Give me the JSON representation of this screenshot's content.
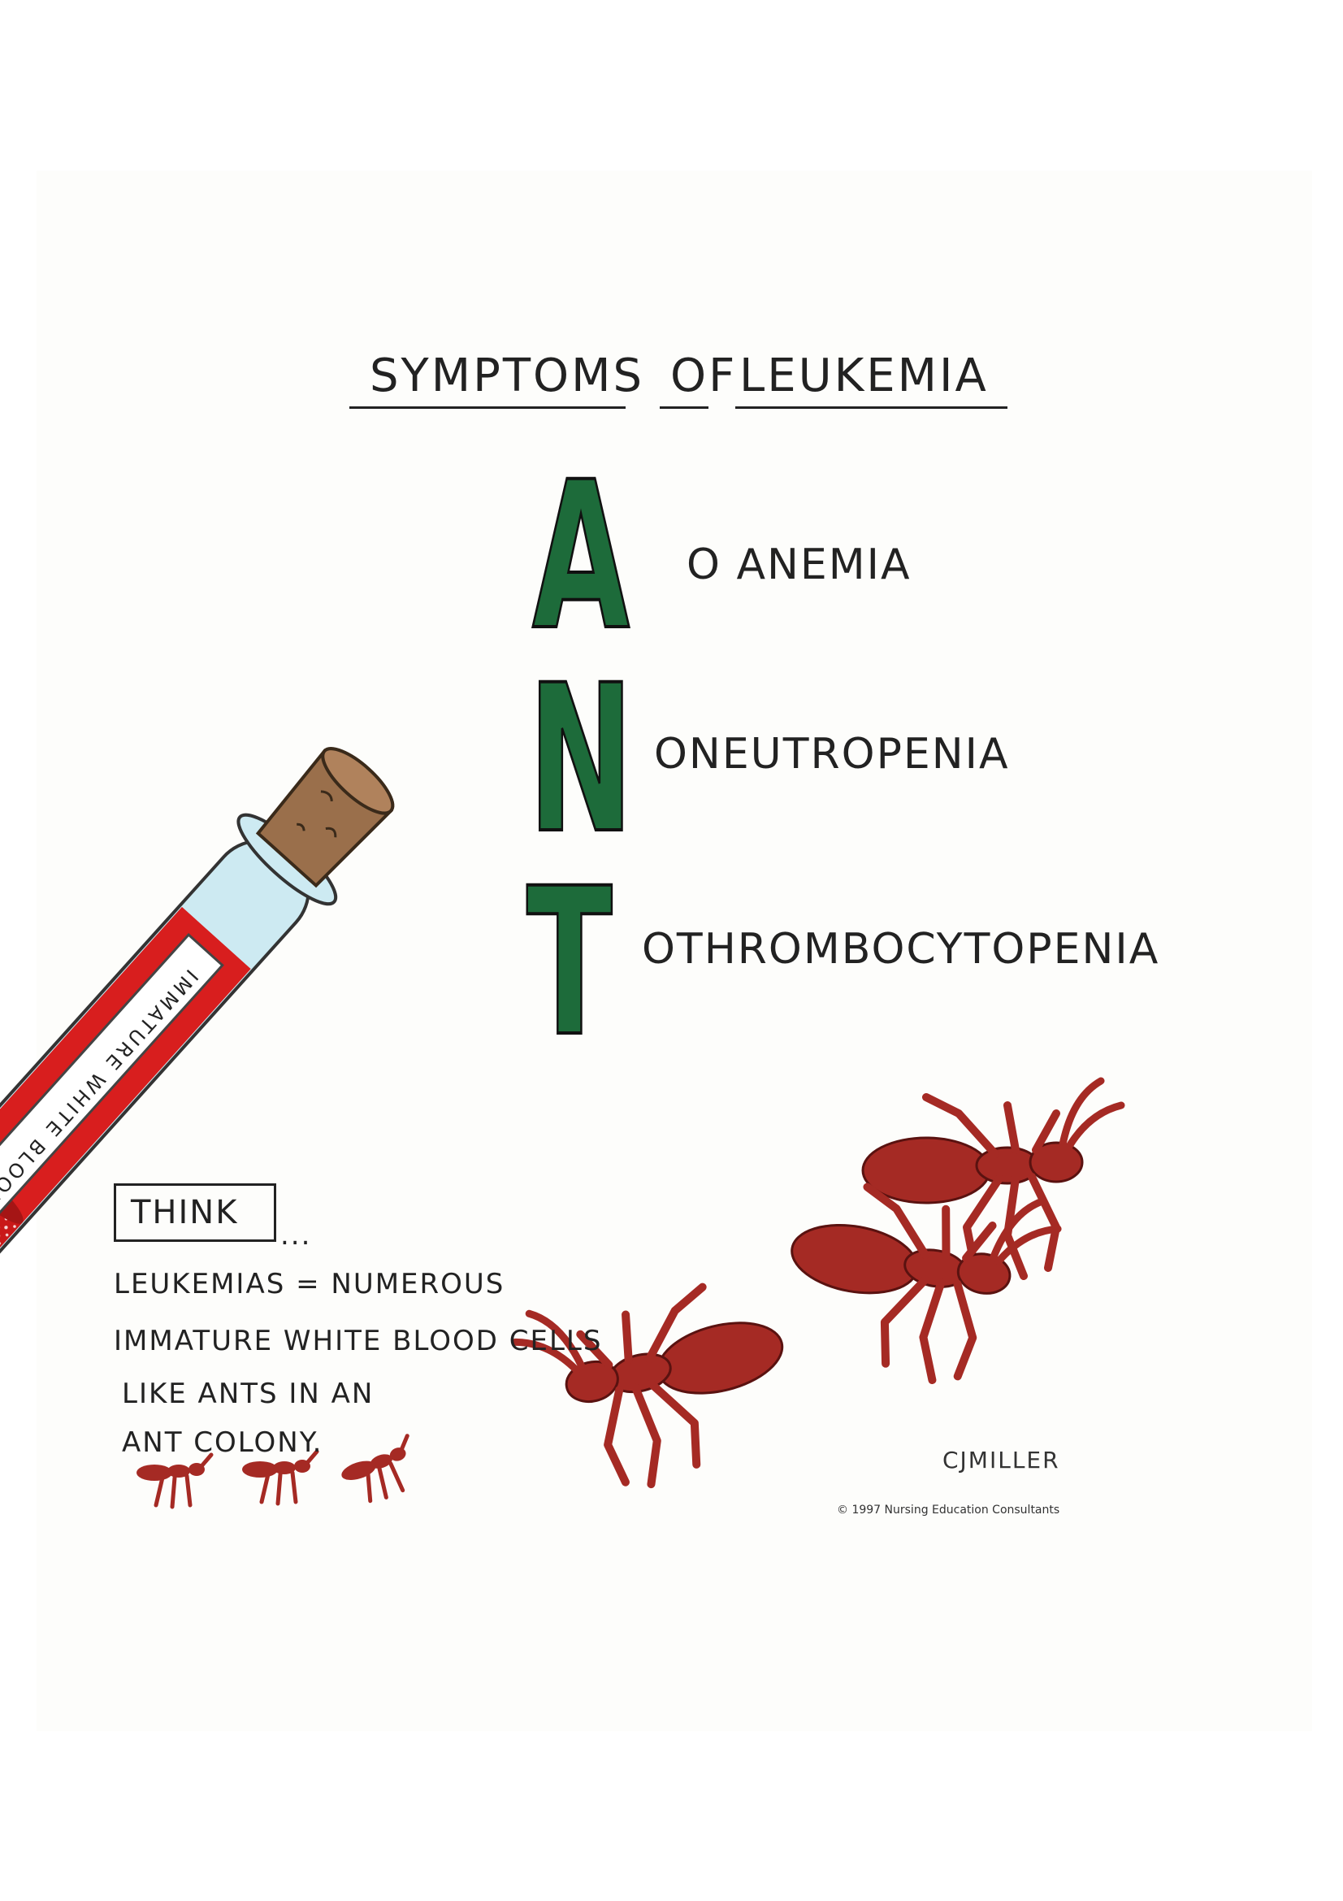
{
  "title": {
    "line": "SYMPTOMS OF LEUKEMIA",
    "words": [
      "SYMPTOMS",
      "OF",
      "LEUKEMIA"
    ]
  },
  "mnemonic": {
    "letters": [
      "A",
      "N",
      "T"
    ],
    "items": [
      "O ANEMIA",
      "ONEUTROPENIA",
      "OTHROMBOCYTOPENIA"
    ]
  },
  "tube_label": "IMMATURE WHITE BLOOD CELLS",
  "think": {
    "box": "THINK",
    "ellipsis": "...",
    "lines": [
      "LEUKEMIAS = NUMEROUS",
      "IMMATURE WHITE BLOOD CELLS",
      "LIKE ANTS IN AN",
      "ANT COLONY."
    ]
  },
  "signature": "CJMILLER",
  "copyright": "© 1997 Nursing Education Consultants",
  "colors": {
    "letters": "#1d6b3a",
    "blood": "#d81e1e",
    "ants": "#a52a24",
    "cork": "#9a6f4b",
    "glass": "#cdeaf2"
  }
}
